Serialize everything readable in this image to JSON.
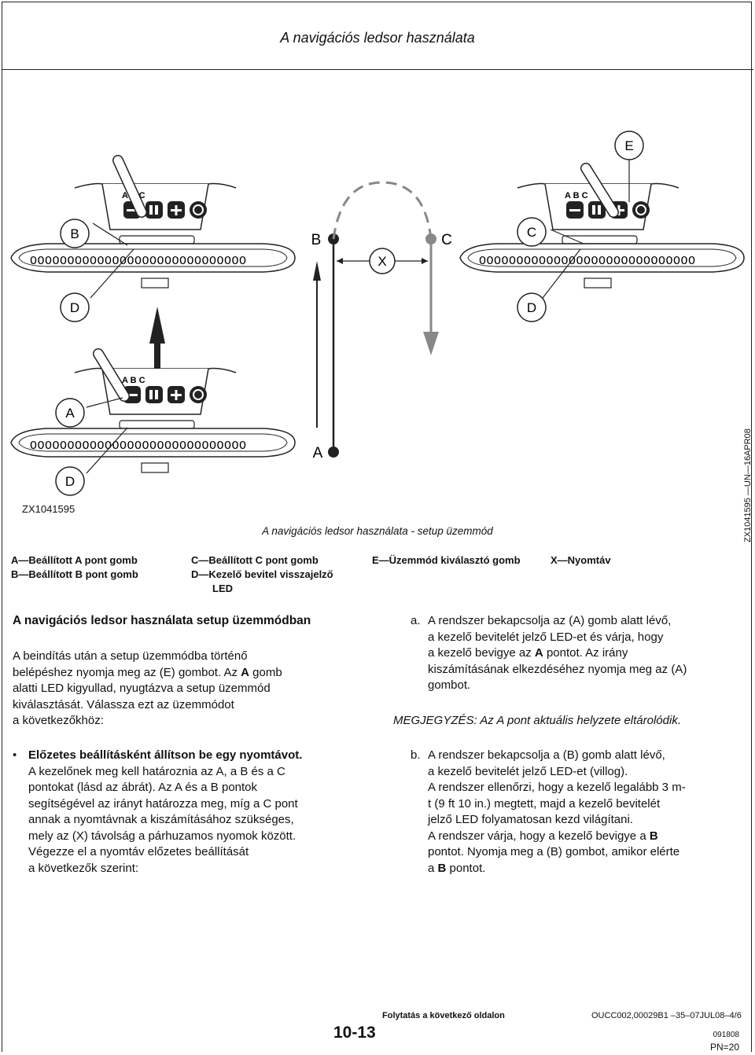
{
  "header": {
    "title": "A navigációs ledsor használata"
  },
  "figure": {
    "labels": {
      "A": "A",
      "B": "B",
      "C": "C",
      "D": "D",
      "E": "E",
      "X": "X"
    },
    "led_text": "OOOOOOOOOOOOOOOOOOOOOOOOOOOOO",
    "button_letters": [
      "A",
      "B",
      "C"
    ],
    "id": "ZX1041595",
    "caption": "A navigációs ledsor használata - setup üzemmód",
    "side_code": "ZX1041595 —UN—16APR08"
  },
  "legend": {
    "col1": [
      {
        "key": "A—",
        "text": "Beállított A pont gomb"
      },
      {
        "key": "B—",
        "text": "Beállított B pont gomb"
      }
    ],
    "col2": [
      {
        "key": "C—",
        "text": "Beállított C pont gomb"
      },
      {
        "key": "D—",
        "text": "Kezelő bevitel visszajelző"
      },
      {
        "key": "",
        "text": "LED"
      }
    ],
    "col3": [
      {
        "key": "E—",
        "text": "Üzemmód kiválasztó gomb"
      }
    ],
    "col4": [
      {
        "key": "X—",
        "text": "Nyomtáv"
      }
    ]
  },
  "section_title": "A navigációs ledsor használata setup üzemmódban",
  "left": {
    "intro": [
      "A beindítás után a setup üzemmódba történő",
      "belépéshez nyomja meg az (E) gombot. Az",
      "gomb",
      "alatti LED kigyullad, nyugtázva a setup üzemmód",
      "kiválasztását. Válassza ezt az üzemmódot",
      "a következőkhöz:"
    ],
    "intro_bold_A": "A",
    "bullet_bold": "Előzetes beállításként állítson be egy nyomtávot.",
    "bullet_lines": [
      "A kezelőnek meg kell határoznia az A, a B és a C",
      "pontokat (lásd az ábrát). Az A és a B pontok",
      "segítségével az irányt határozza meg, míg a C pont",
      "annak a nyomtávnak a kiszámításához szükséges,",
      "mely az (X) távolság a párhuzamos nyomok között.",
      "Végezze el a nyomtáv előzetes beállítását",
      "a következők szerint:"
    ]
  },
  "right": {
    "a_marker": "a.",
    "a_lines": [
      "A rendszer bekapcsolja az (A) gomb alatt lévő,",
      "a kezelő bevitelét jelző LED-et és várja, hogy",
      "a kezelő bevigye az",
      "pontot. Az irány",
      "kiszámításának elkezdéséhez nyomja meg az (A)",
      "gombot."
    ],
    "a_bold": "A",
    "note": "MEGJEGYZÉS: Az A pont aktuális helyzete eltárolódik.",
    "b_marker": "b.",
    "b_lines": [
      "A rendszer bekapcsolja a (B) gomb alatt lévő,",
      "a kezelő bevitelét jelző LED-et (villog).",
      "A rendszer ellenőrzi, hogy a kezelő legalább 3 m-",
      "t (9 ft 10 in.) megtett, majd a kezelő bevitelét",
      "jelző LED folyamatosan kezd világítani.",
      "A rendszer várja, hogy a kezelő bevigye a",
      "pontot. Nyomja meg a (B) gombot, amikor elérte",
      "a",
      "pontot."
    ],
    "b_bold": "B"
  },
  "footer": {
    "continued": "Folytatás a következő oldalon",
    "code": "OUCC002,00029B1    –35–07JUL08–4/6",
    "page": "10-13",
    "date": "091808",
    "pn": "PN=20"
  }
}
